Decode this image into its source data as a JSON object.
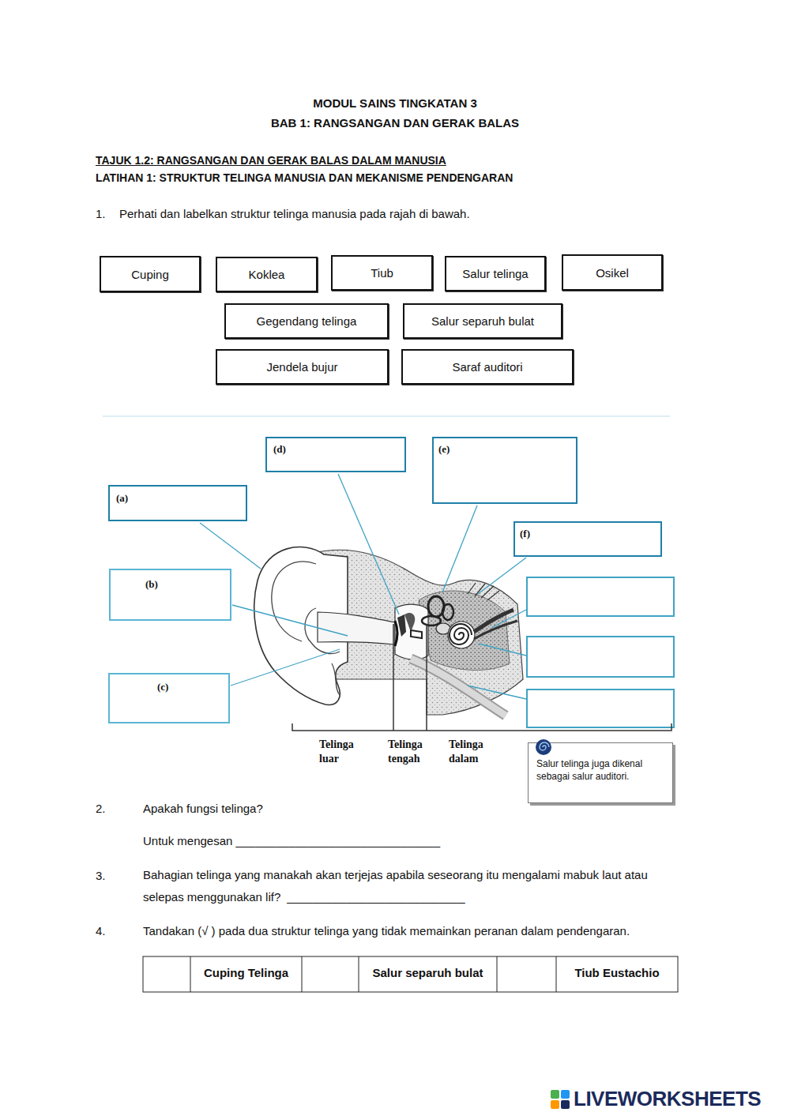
{
  "diagram": {
    "title": "MODUL SAINS TINGKATAN 3",
    "nodes": [
      {
        "text": [
          "Cuping"
        ]
      },
      {
        "text": [
          "Koklea"
        ]
      },
      {
        "text": [
          "Tiub"
        ]
      },
      {
        "text": [
          "Salur telinga"
        ]
      },
      {
        "text": [
          "Osikel"
        ]
      },
      {
        "text": [
          "Gegendang telinga"
        ]
      },
      {
        "text": [
          "Salur separuh bulat"
        ]
      },
      {
        "text": [
          "Jendela bujur"
        ]
      },
      {
        "text": [
          "Saraf auditori"
        ]
      },
      {
        "text": [
          "(a)"
        ]
      },
      {
        "text": [
          "(b)"
        ]
      },
      {
        "text": [
          "(c)"
        ]
      },
      {
        "text": [
          "(d)"
        ]
      },
      {
        "text": [
          "(e)"
        ]
      },
      {
        "text": [
          "(f)"
        ]
      },
      {
        "text": [
          "Salur telinga juga dikenal sebagai salur auditori."
        ]
      }
    ],
    "labels": [
      "BAB 1: RANGSANGAN DAN GERAK BALAS",
      "TAJUK 1.2: RANGSANGAN DAN GERAK BALAS DALAM MANUSIA",
      "LATIHAN 1: STRUKTUR TELINGA MANUSIA DAN MEKANISME PENDENGARAN",
      "1.",
      "Perhati dan labelkan struktur telinga manusia pada rajah di bawah.",
      "Telinga luar",
      "Telinga tengah",
      "Telinga dalam",
      "2.",
      "Apakah fungsi telinga?",
      "Untuk mengesan",
      "_______________________________",
      "3.",
      "Bahagian telinga yang manakah akan terjejas apabila seseorang itu mengalami mabuk laut atau selepas menggunakan lif?",
      "___________________________",
      "4.",
      "Tandakan (√ ) pada dua struktur telinga yang tidak memainkan peranan dalam pendengaran.",
      "Cuping Telinga",
      "Salur separuh bulat",
      "Tiub Eustachio",
      "LIVEWORKSHEETS"
    ]
  }
}
